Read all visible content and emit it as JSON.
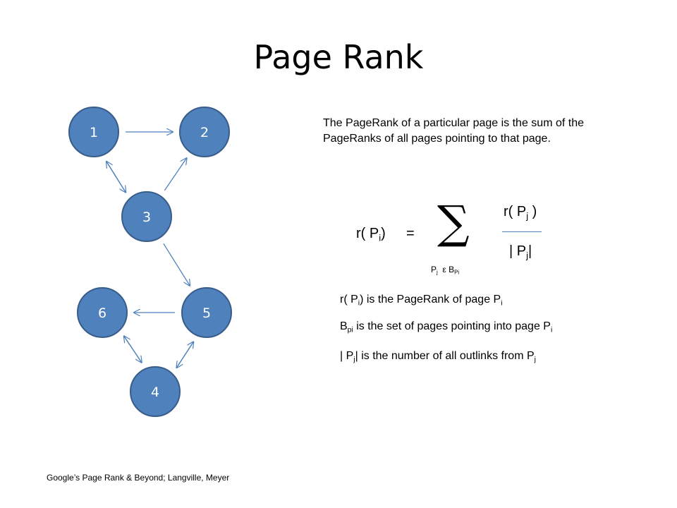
{
  "slide": {
    "title": "Page Rank",
    "description": "The PageRank of a particular page is the sum of the PageRanks of all pages pointing to that page.",
    "footer": "Google’s Page Rank & Beyond; Langville, Meyer"
  },
  "graph": {
    "node_fill": "#4f81bd",
    "node_stroke": "#385d8a",
    "edge_color": "#4f81bd",
    "nodes": [
      "1",
      "2",
      "3",
      "4",
      "5",
      "6"
    ],
    "edges": [
      {
        "from": "1",
        "to": "2"
      },
      {
        "from": "1",
        "to": "3"
      },
      {
        "from": "3",
        "to": "1"
      },
      {
        "from": "3",
        "to": "2"
      },
      {
        "from": "3",
        "to": "5"
      },
      {
        "from": "5",
        "to": "6"
      },
      {
        "from": "6",
        "to": "4"
      },
      {
        "from": "4",
        "to": "6"
      },
      {
        "from": "4",
        "to": "5"
      },
      {
        "from": "5",
        "to": "4"
      }
    ]
  },
  "formula": {
    "r_open": "r( P",
    "sub_i": "i",
    "close": ")",
    "equals": "=",
    "sigma": "∑",
    "num_open": "r( P",
    "sub_j": "j",
    "num_close": " )",
    "den_open": "| P",
    "den_close": "|",
    "sum_p": "P",
    "epsilon": "ε",
    "sum_b": "B",
    "sub_pi": "Pi"
  },
  "definitions": {
    "d1_open": "r( P",
    "d1_sub": "i",
    "d1_rest": ") is the PageRank of page P",
    "d1_sub2": "i",
    "d2_b": "B",
    "d2_sub": "pi",
    "d2_rest": " is the set of pages pointing into page P",
    "d2_sub2": "i",
    "d3_open": "| P",
    "d3_sub": "j",
    "d3_rest": "| is the number of all outlinks from  P",
    "d3_sub2": "j"
  }
}
